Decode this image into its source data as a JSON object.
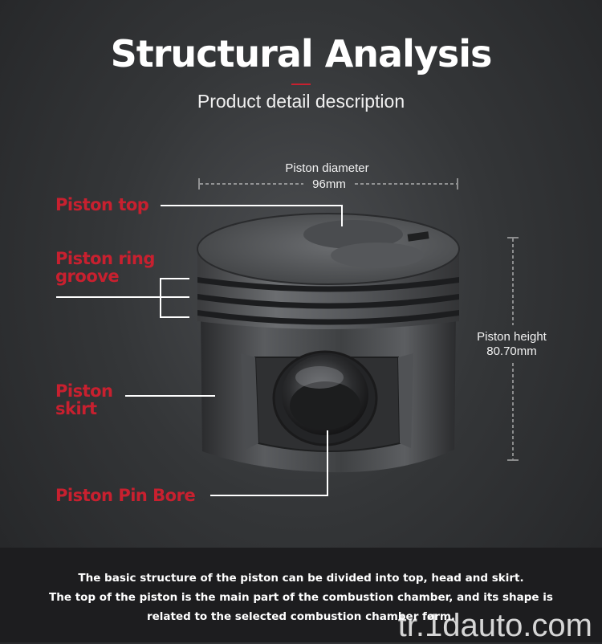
{
  "header": {
    "title": "Structural Analysis",
    "subtitle": "Product detail description"
  },
  "labels": {
    "piston_top": "Piston top",
    "ring_groove_line1": "Piston ring",
    "ring_groove_line2": "groove",
    "skirt_line1": "Piston",
    "skirt_line2": "skirt",
    "pin_bore": "Piston Pin Bore"
  },
  "dimensions": {
    "diameter_label": "Piston diameter",
    "diameter_value": "96mm",
    "height_label": "Piston height",
    "height_value": "80.70mm"
  },
  "footer": {
    "line1": "The basic structure of the piston can be divided into top, head and skirt.",
    "line2": "The top of the piston is the main part of the combustion chamber, and its shape is",
    "line3": "related to the selected combustion chamber form."
  },
  "watermark": "tr.1dauto.com",
  "colors": {
    "accent_red": "#c8202f",
    "background": "#343638",
    "footer_bg": "#1d1d1f"
  }
}
